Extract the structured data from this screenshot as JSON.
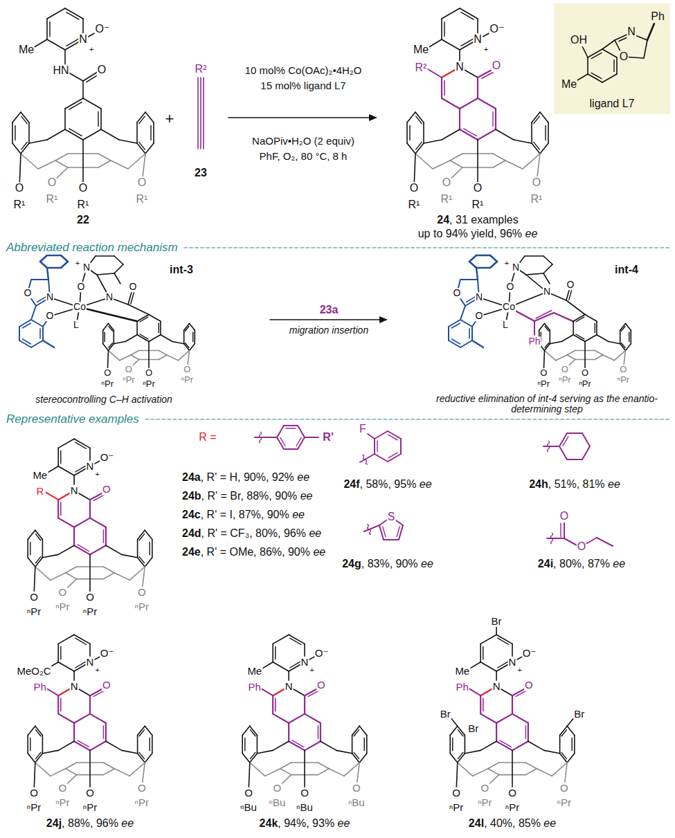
{
  "diagram": {
    "nodes": [
      {
        "text": [
          "ligand L7"
        ]
      }
    ],
    "labels": [
      "Me",
      "N",
      "+",
      "O⁻",
      "HN",
      "O",
      "O",
      "O",
      "O",
      "O",
      "R¹",
      "R¹",
      "R¹",
      "R¹",
      "22",
      "+",
      "R²",
      "23",
      "10 mol% Co(OAc)₂•4H₂O",
      "15 mol% ligand L7",
      "NaOPiv•H₂O (2 equiv)",
      "PhF, O₂, 80 °C, 8 h",
      "Me",
      "N",
      "+",
      "O⁻",
      "R²",
      "N",
      "O",
      "O",
      "O",
      "O",
      "O",
      "R¹",
      "R¹",
      "R¹",
      "R¹",
      "24, 31 examples",
      "up to 94% yield, 96% ee",
      "Ph",
      "OH",
      "N",
      "O",
      "Me",
      "Abbreviated reaction mechanism",
      "int-3",
      "N",
      "+",
      "O",
      "O",
      "N",
      "Co",
      "N",
      "O",
      "O",
      "L",
      "O",
      "O",
      "O",
      "O",
      "ⁿPr",
      "ⁿPr",
      "ⁿPr",
      "ⁿPr",
      "stereocontrolling C–H activation",
      "23a",
      "migration insertion",
      "int-4",
      "N",
      "+",
      "O",
      "O",
      "N",
      "Co",
      "N",
      "O",
      "O",
      "L",
      "Ph",
      "O",
      "O",
      "O",
      "O",
      "ⁿPr",
      "ⁿPr",
      "ⁿPr",
      "ⁿPr",
      "reductive elimination of int-4 serving as the enantio-determining step",
      "Representative examples",
      "Me",
      "N",
      "+",
      "O⁻",
      "R",
      "N",
      "O",
      "O",
      "O",
      "O",
      "O",
      "ⁿPr",
      "ⁿPr",
      "ⁿPr",
      "ⁿPr",
      "R =",
      "R'",
      "24a, R' = H, 90%, 92% ee",
      "24b, R' = Br, 88%, 90% ee",
      "24c, R' = I, 87%, 90% ee",
      "24d, R' = CF₃, 80%, 96% ee",
      "24e, R' = OMe, 86%, 90% ee",
      "F",
      "24f, 58%, 95% ee",
      "24h, 51%, 81% ee",
      "S",
      "24g, 83%, 90% ee",
      "O",
      "O",
      "24i, 80%, 87% ee",
      "MeO₂C",
      "N",
      "+",
      "O⁻",
      "Ph",
      "N",
      "O",
      "O",
      "O",
      "O",
      "O",
      "ⁿPr",
      "ⁿPr",
      "ⁿPr",
      "ⁿPr",
      "24j, 88%, 96% ee",
      "Me",
      "N",
      "+",
      "O⁻",
      "Ph",
      "N",
      "O",
      "O",
      "O",
      "O",
      "O",
      "ⁿBu",
      "ⁿBu",
      "ⁿBu",
      "ⁿBu",
      "24k, 94%, 93% ee",
      "Br",
      "Me",
      "N",
      "+",
      "O⁻",
      "Ph",
      "N",
      "O",
      "Br",
      "Br",
      "Br",
      "O",
      "O",
      "O",
      "O",
      "ⁿPr",
      "ⁿPr",
      "ⁿPr",
      "ⁿPr",
      "24l, 40%, 85% ee"
    ]
  }
}
